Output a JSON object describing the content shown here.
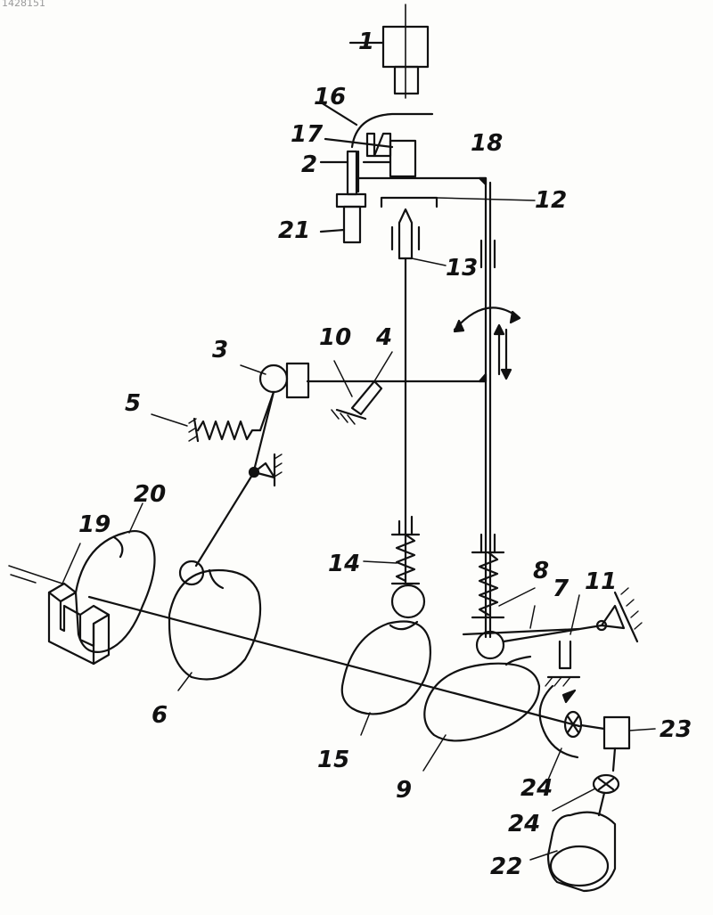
{
  "figure": {
    "corner_mark": "1428151",
    "labels": {
      "n1": "1",
      "n2": "2",
      "n3": "3",
      "n4": "4",
      "n5": "5",
      "n6": "6",
      "n7": "7",
      "n8": "8",
      "n9": "9",
      "n10": "10",
      "n11": "11",
      "n12": "12",
      "n13": "13",
      "n14": "14",
      "n15": "15",
      "n16": "16",
      "n17": "17",
      "n18": "18",
      "n19": "19",
      "n20": "20",
      "n21": "21",
      "n22": "22",
      "n23": "23",
      "n24a": "24",
      "n24b": "24"
    }
  }
}
